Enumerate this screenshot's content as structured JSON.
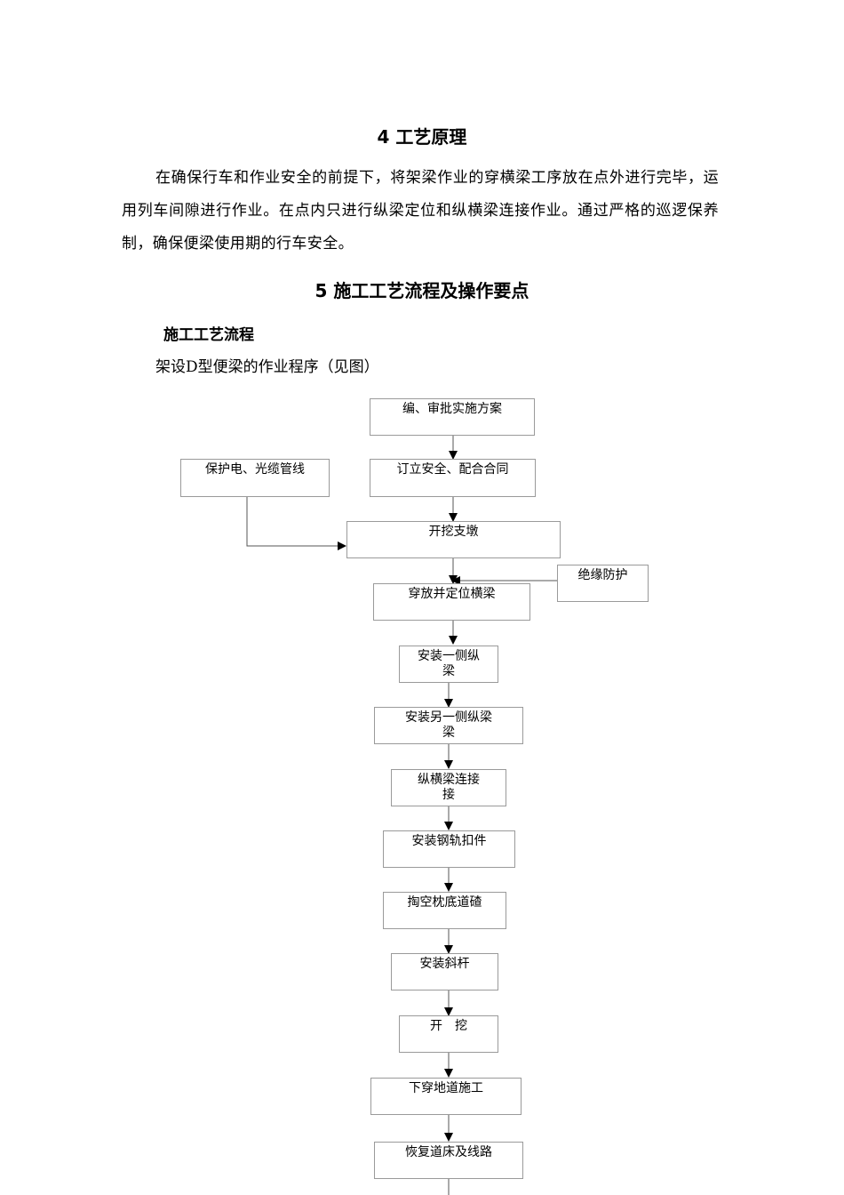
{
  "section4": {
    "heading": "4 工艺原理",
    "paragraph": "在确保行车和作业安全的前提下，将架梁作业的穿横梁工序放在点外进行完毕，运用列车间隙进行作业。在点内只进行纵梁定位和纵横梁连接作业。通过严格的巡逻保养制，确保便梁使用期的行车安全。"
  },
  "section5": {
    "heading": "5 施工工艺流程及操作要点",
    "subheading": "施工工艺流程",
    "caption": "架设D型便梁的作业程序（见图）"
  },
  "flowchart": {
    "steps": [
      "编、审批实施方案",
      "订立安全、配合合同",
      "开挖支墩",
      "穿放并定位横梁",
      "安装一侧纵\n梁",
      "安装另一侧纵梁\n梁",
      "纵横梁连接\n接",
      "安装钢轨扣件",
      "掏空枕底道碴",
      "安装斜杆",
      "开　挖",
      "下穿地道施工",
      "恢复道床及线路"
    ],
    "side_inputs": [
      "保护电、光缆管线",
      "绝缘防护"
    ]
  }
}
